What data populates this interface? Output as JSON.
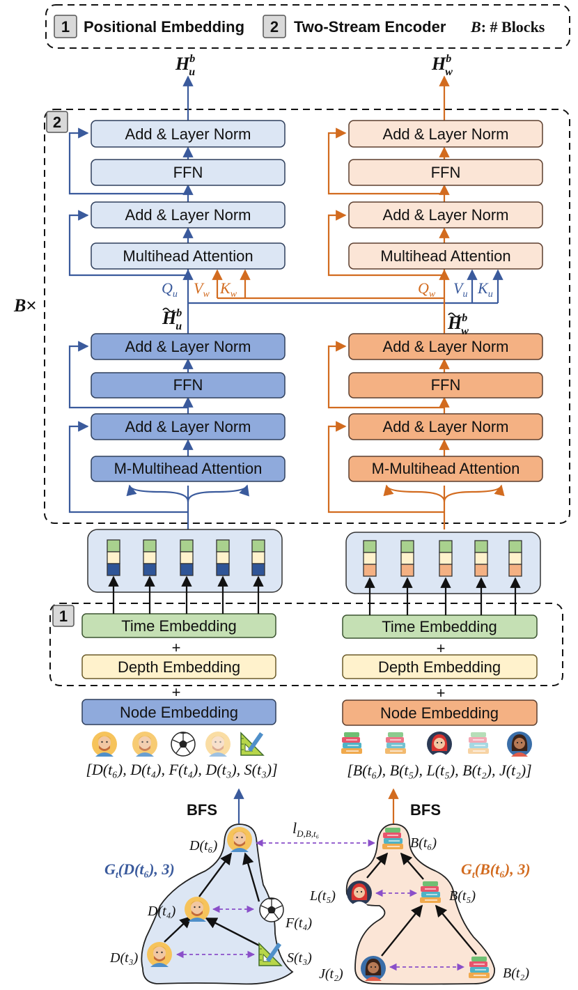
{
  "colors": {
    "blue_line": "#3a5a9c",
    "orange_line": "#d26b1f",
    "light_blue_box": "#dce6f4",
    "dark_blue_box": "#8faadc",
    "light_orange_box": "#fbe5d6",
    "dark_orange_box": "#f4b183",
    "green_box": "#c5e0b4",
    "yellow_box": "#fff2cc",
    "purple_dashed": "#8a4fc9",
    "bfs_blue": "#2e75b6",
    "bfs_orange": "#d06a1c"
  },
  "legend": {
    "item1_num": "1",
    "item1_text": "Positional Embedding",
    "item2_num": "2",
    "item2_text": "Two-Stream Encoder",
    "blocks_var": "B",
    "blocks_text": ": # Blocks"
  },
  "outputs": {
    "h_user": {
      "base": "H",
      "sup": "b",
      "sub": "u"
    },
    "h_item": {
      "base": "H",
      "sup": "b",
      "sub": "w"
    }
  },
  "encoder": {
    "tag": "2",
    "repeat_var": "B",
    "repeat_symbol": "×",
    "add_norm": "Add & Layer Norm",
    "ffn": "FFN",
    "mha": "Multihead Attention",
    "m_mha": "M-Multihead Attention",
    "q_u": {
      "base": "Q",
      "sub": "u"
    },
    "v_w": {
      "base": "V",
      "sub": "w"
    },
    "k_w": {
      "base": "K",
      "sub": "w"
    },
    "q_w": {
      "base": "Q",
      "sub": "w"
    },
    "v_u": {
      "base": "V",
      "sub": "u"
    },
    "k_u": {
      "base": "K",
      "sub": "u"
    },
    "ht_u": {
      "base": "H",
      "sup": "b",
      "sub": "u"
    },
    "ht_w": {
      "base": "H",
      "sup": "b",
      "sub": "w"
    }
  },
  "positional": {
    "tag": "1",
    "time": "Time Embedding",
    "depth": "Depth Embedding",
    "node": "Node Embedding",
    "plus": "+"
  },
  "sequences": {
    "user_seq": "[D(t₆), D(t₄), F(t₄), D(t₃), S(t₃)]",
    "item_seq": "[B(t₆), B(t₅), L(t₅), B(t₂), J(t₂)]",
    "user_icons": [
      "man-avatar-icon",
      "man-avatar-icon",
      "soccer-ball-icon",
      "man-avatar-icon",
      "ruler-icon"
    ],
    "item_icons": [
      "books-icon",
      "books-icon",
      "woman-avatar-icon",
      "books-icon",
      "woman-avatar-icon"
    ]
  },
  "graph": {
    "bfs": "BFS",
    "user_graph_label": {
      "g": "G",
      "gsub": "t",
      "args": "(D(t₆), 3)"
    },
    "item_graph_label": {
      "g": "G",
      "gsub": "t",
      "args": "(B(t₆), 3)"
    },
    "edge_label": {
      "base": "l",
      "sub": "D,B,t₆"
    },
    "nodes": {
      "d6": "D(t₆)",
      "d4": "D(t₄)",
      "f4": "F(t₄)",
      "d3": "D(t₃)",
      "s3": "S(t₃)",
      "b6": "B(t₆)",
      "l5": "L(t₅)",
      "b5": "B(t₅)",
      "j2": "J(t₂)",
      "b2": "B(t₂)"
    }
  }
}
